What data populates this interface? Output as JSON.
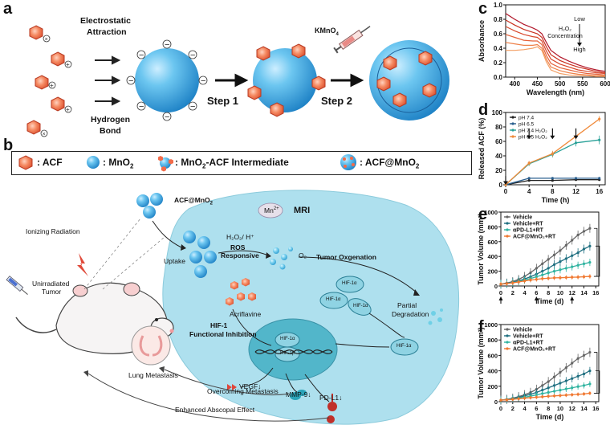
{
  "panel_labels": {
    "a": "a",
    "b": "b",
    "c": "c",
    "d": "d",
    "e": "e",
    "f": "f"
  },
  "panel_a": {
    "electrostatic_1": "Electrostatic",
    "electrostatic_2": "Attraction",
    "hydrogen_1": "Hydrogen",
    "hydrogen_2": "Bond",
    "step1": "Step 1",
    "step2": "Step 2",
    "kmno4": "KMnO",
    "kmno4_sub": "4"
  },
  "legend_b": {
    "acf": ": ACF",
    "mno2": ": MnO",
    "mno2_sub": "2",
    "intermediate": ": MnO",
    "intermediate_sub": "2",
    "intermediate_tail": "-ACF Intermediate",
    "acfmno2": ": ACF@MnO",
    "acfmno2_sub": "2"
  },
  "schematic": {
    "acf_mno2": "ACF@MnO",
    "acf_mno2_sub": "2",
    "mn2": "Mn",
    "mn2_sup": "2+",
    "mri": "MRI",
    "h2o2": "H₂O₂/ H⁺",
    "ros1": "ROS",
    "ros2": "Responsive",
    "o2": "O₂",
    "uptake": "Uptake",
    "tumor_oxygenation": "Tumor Oxgenation",
    "hif1a": "HIF-1α",
    "partial1": "Partial",
    "partial2": "Degradation",
    "acriflavine": "Acriflavine",
    "hif1_func1": "HIF-1",
    "hif1_func2": "Functional Inhibition",
    "hif1b": "HIF-1β",
    "vegf": "VEGF↓",
    "mmp9": "MMP-9↓",
    "pdl1": "PD-L1↓",
    "ionizing": "Ionizing Radiation",
    "unirradiated1": "Unirradiated",
    "unirradiated2": "Tumor",
    "lung": "Lung Metastasis",
    "overcoming": "Overcoming Metastasis",
    "abscopal": "Enhanced Abscopal Effect"
  },
  "colors": {
    "cell": "#a9dcea",
    "nucleus": "#53b8cc",
    "acf": "#f26b4a",
    "sphere": "#3aa3dc",
    "ph74": "#222222",
    "ph65": "#2a5f8f",
    "ph74h": "#2aa198",
    "ph65h": "#f08a3a",
    "vehicle": "#666666",
    "vehicle_rt": "#1f6f80",
    "apd": "#2fb3a0",
    "acf_rt": "#f07830"
  },
  "chart_data": [
    {
      "type": "line",
      "panel": "c",
      "xlabel": "Wavelength (nm)",
      "ylabel": "Absorbance",
      "xlim": [
        380,
        600
      ],
      "ylim": [
        0.0,
        1.0
      ],
      "xticks": [
        400,
        450,
        500,
        550,
        600
      ],
      "yticks": [
        0.0,
        0.2,
        0.4,
        0.6,
        0.8,
        1.0
      ],
      "annotation": {
        "top": "Low",
        "bottom": "High",
        "label1": "H₂O₂",
        "label2": "Concentration"
      },
      "x": [
        380,
        400,
        420,
        440,
        450,
        460,
        470,
        480,
        500,
        520,
        540,
        560,
        580,
        600
      ],
      "series": [
        {
          "values": [
            0.88,
            0.8,
            0.73,
            0.68,
            0.65,
            0.6,
            0.48,
            0.37,
            0.28,
            0.22,
            0.17,
            0.13,
            0.1,
            0.08
          ]
        },
        {
          "values": [
            0.79,
            0.72,
            0.66,
            0.62,
            0.6,
            0.55,
            0.42,
            0.31,
            0.23,
            0.18,
            0.14,
            0.11,
            0.08,
            0.06
          ]
        },
        {
          "values": [
            0.7,
            0.64,
            0.59,
            0.56,
            0.55,
            0.5,
            0.36,
            0.25,
            0.18,
            0.14,
            0.1,
            0.08,
            0.06,
            0.05
          ]
        },
        {
          "values": [
            0.59,
            0.55,
            0.51,
            0.5,
            0.5,
            0.45,
            0.3,
            0.19,
            0.13,
            0.1,
            0.07,
            0.05,
            0.04,
            0.03
          ]
        },
        {
          "values": [
            0.48,
            0.46,
            0.44,
            0.44,
            0.45,
            0.4,
            0.25,
            0.14,
            0.09,
            0.06,
            0.04,
            0.03,
            0.02,
            0.02
          ]
        },
        {
          "values": [
            0.37,
            0.37,
            0.38,
            0.4,
            0.42,
            0.37,
            0.21,
            0.1,
            0.05,
            0.03,
            0.02,
            0.02,
            0.01,
            0.01
          ]
        }
      ]
    },
    {
      "type": "line",
      "panel": "d",
      "xlabel": "Time (h)",
      "ylabel": "Released ACF (%)",
      "xlim": [
        0,
        17
      ],
      "ylim": [
        0,
        100
      ],
      "xticks": [
        0,
        4,
        8,
        12,
        16
      ],
      "yticks": [
        0,
        20,
        40,
        60,
        80,
        100
      ],
      "arrows_at": [
        0,
        4,
        8,
        12
      ],
      "legend": "top-left",
      "x": [
        0,
        4,
        8,
        12,
        16
      ],
      "series": [
        {
          "name": "pH 7.4",
          "values": [
            0,
            6,
            6,
            7,
            7
          ],
          "err": [
            1,
            1,
            1,
            1,
            1
          ]
        },
        {
          "name": "pH 6.5",
          "values": [
            0,
            9,
            9,
            9,
            9
          ],
          "err": [
            1,
            1,
            1,
            1,
            1
          ]
        },
        {
          "name": "pH 7.4 H₂O₂",
          "values": [
            0,
            29,
            42,
            58,
            62
          ],
          "err": [
            2,
            3,
            4,
            5,
            6
          ]
        },
        {
          "name": "pH 6.5 H₂O₂",
          "values": [
            0,
            30,
            43,
            67,
            91
          ],
          "err": [
            2,
            3,
            4,
            5,
            4
          ]
        }
      ]
    },
    {
      "type": "line",
      "panel": "e",
      "xlabel": "Time (d)",
      "ylabel": "Tumor Volume (mm³)",
      "xlim": [
        0,
        16.5
      ],
      "ylim": [
        0,
        1000
      ],
      "xticks": [
        0,
        2,
        4,
        6,
        8,
        10,
        12,
        14,
        16
      ],
      "yticks": [
        0,
        200,
        400,
        600,
        800,
        1000
      ],
      "arrows_at": [
        0,
        6,
        12
      ],
      "legend": "top-left",
      "x": [
        0,
        1,
        2,
        3,
        4,
        5,
        6,
        7,
        8,
        9,
        10,
        11,
        12,
        13,
        14,
        15
      ],
      "series": [
        {
          "name": "Vehicle",
          "values": [
            25,
            40,
            60,
            90,
            130,
            180,
            240,
            300,
            360,
            420,
            480,
            550,
            620,
            690,
            740,
            780
          ],
          "err": 60
        },
        {
          "name": "Vehicle+RT",
          "values": [
            25,
            35,
            50,
            70,
            95,
            125,
            160,
            200,
            240,
            290,
            330,
            370,
            410,
            450,
            500,
            540
          ],
          "err": 60
        },
        {
          "name": "αPD-L1+RT",
          "values": [
            25,
            33,
            45,
            60,
            80,
            100,
            125,
            150,
            175,
            200,
            220,
            240,
            260,
            280,
            300,
            320
          ],
          "err": 50
        },
        {
          "name": "ACF@MnO₂+RT",
          "values": [
            25,
            32,
            42,
            55,
            68,
            80,
            90,
            100,
            105,
            110,
            112,
            115,
            118,
            120,
            125,
            130
          ],
          "err": 30
        }
      ]
    },
    {
      "type": "line",
      "panel": "f",
      "xlabel": "Time (d)",
      "ylabel": "Tumor Volume (mm³)",
      "xlim": [
        0,
        16.5
      ],
      "ylim": [
        0,
        1000
      ],
      "xticks": [
        0,
        2,
        4,
        6,
        8,
        10,
        12,
        14,
        16
      ],
      "yticks": [
        0,
        200,
        400,
        600,
        800,
        1000
      ],
      "legend": "top-left",
      "x": [
        0,
        1,
        2,
        3,
        4,
        5,
        6,
        7,
        8,
        9,
        10,
        11,
        12,
        13,
        14,
        15
      ],
      "series": [
        {
          "name": "Vehicle",
          "values": [
            20,
            30,
            45,
            65,
            90,
            120,
            160,
            210,
            260,
            320,
            380,
            440,
            500,
            560,
            600,
            640
          ],
          "err": 60
        },
        {
          "name": "Vehicle+RT",
          "values": [
            20,
            28,
            40,
            55,
            75,
            95,
            120,
            150,
            180,
            210,
            240,
            270,
            300,
            330,
            360,
            400
          ],
          "err": 50
        },
        {
          "name": "αPD-L1+RT",
          "values": [
            20,
            26,
            35,
            45,
            58,
            72,
            88,
            105,
            120,
            135,
            150,
            165,
            180,
            195,
            210,
            230
          ],
          "err": 40
        },
        {
          "name": "ACF@MnO₂+RT",
          "values": [
            20,
            24,
            30,
            38,
            45,
            52,
            58,
            64,
            70,
            75,
            80,
            85,
            90,
            95,
            100,
            110
          ],
          "err": 25
        }
      ]
    }
  ]
}
